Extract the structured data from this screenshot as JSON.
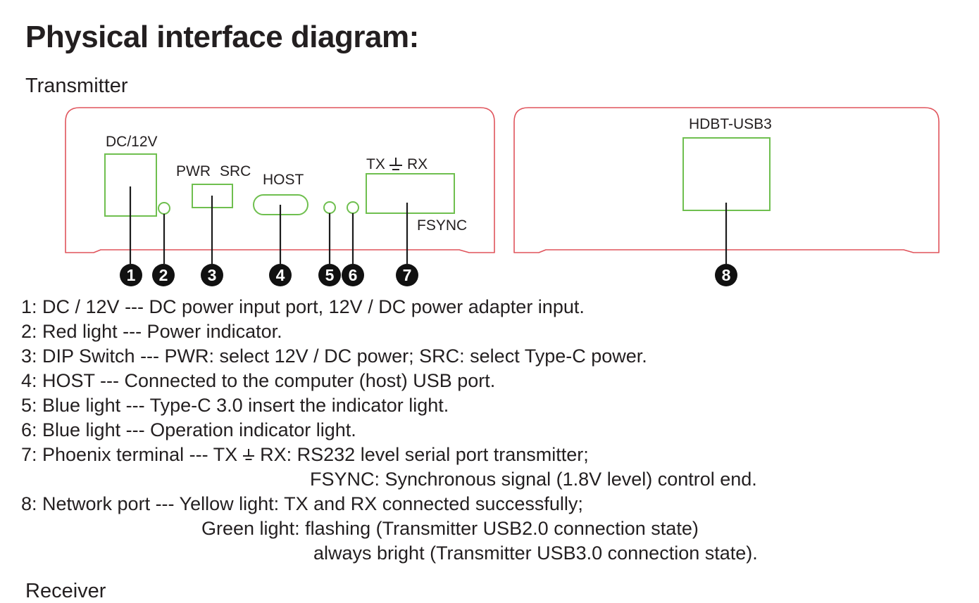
{
  "page": {
    "title": "Physical interface diagram:",
    "section_heading": "Transmitter",
    "next_section_heading": "Receiver"
  },
  "colors": {
    "panel_outline_red": "#e0545c",
    "port_outline_green": "#6fbf4f",
    "text_black": "#231f20",
    "callout_fill": "#111111",
    "callout_number": "#ffffff"
  },
  "diagram": {
    "transmitter_front_panel": {
      "dc_port_label": "DC/12V",
      "dip_pwr_label": "PWR",
      "dip_src_label": "SRC",
      "host_port_label": "HOST",
      "phoenix_tx_label": "TX",
      "phoenix_rx_label": "RX",
      "phoenix_fsync_label": "FSYNC",
      "ground_icon": "earth-ground-symbol"
    },
    "transmitter_rear_panel": {
      "network_port_label": "HDBT-USB3"
    },
    "callouts": [
      "1",
      "2",
      "3",
      "4",
      "5",
      "6",
      "7",
      "8"
    ]
  },
  "legend": {
    "lines": [
      {
        "text": "1: DC / 12V --- DC power input port, 12V / DC power adapter input."
      },
      {
        "text": "2: Red light --- Power indicator."
      },
      {
        "text": "3: DIP Switch --- PWR: select 12V / DC power; SRC: select Type-C power."
      },
      {
        "text": "4: HOST --- Connected to the computer (host) USB port."
      },
      {
        "text": "5: Blue light --- Type-C 3.0 insert the indicator light."
      },
      {
        "text": "6: Blue light --- Operation indicator light."
      },
      {
        "prefix": "7: Phoenix terminal --- TX",
        "suffix": "RX: RS232 level serial port transmitter;"
      },
      {
        "text": "FSYNC: Synchronous signal (1.8V level) control end."
      },
      {
        "text": "8: Network port --- Yellow light: TX and RX connected successfully;"
      },
      {
        "text": "Green light: flashing (Transmitter USB2.0 connection state)"
      },
      {
        "text": "always bright (Transmitter USB3.0 connection state)."
      }
    ]
  }
}
